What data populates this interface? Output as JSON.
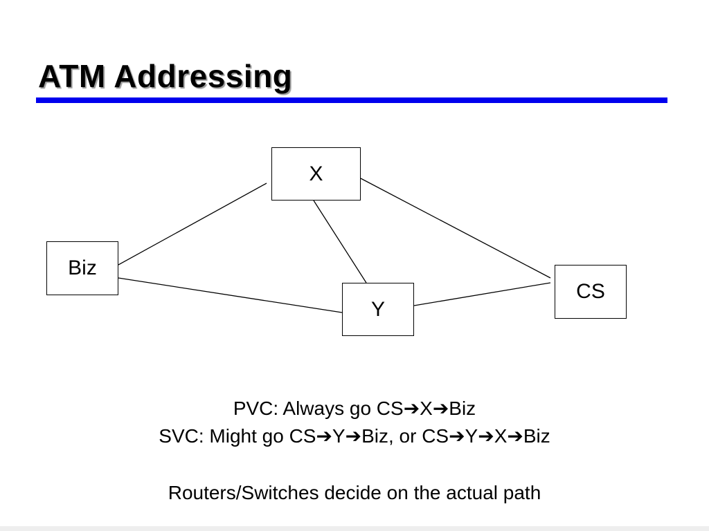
{
  "slide": {
    "title": "ATM Addressing",
    "accent_color": "#0000ee"
  },
  "diagram": {
    "nodes": {
      "x": "X",
      "biz": "Biz",
      "y": "Y",
      "cs": "CS"
    },
    "links": [
      [
        "Biz",
        "X"
      ],
      [
        "X",
        "CS"
      ],
      [
        "X",
        "Y"
      ],
      [
        "Biz",
        "Y"
      ],
      [
        "Y",
        "CS"
      ]
    ]
  },
  "notes": {
    "pvc": "PVC: Always go CS➔X➔Biz",
    "svc": "SVC: Might go CS➔Y➔Biz, or CS➔Y➔X➔Biz",
    "summary": "Routers/Switches decide on the actual path"
  }
}
